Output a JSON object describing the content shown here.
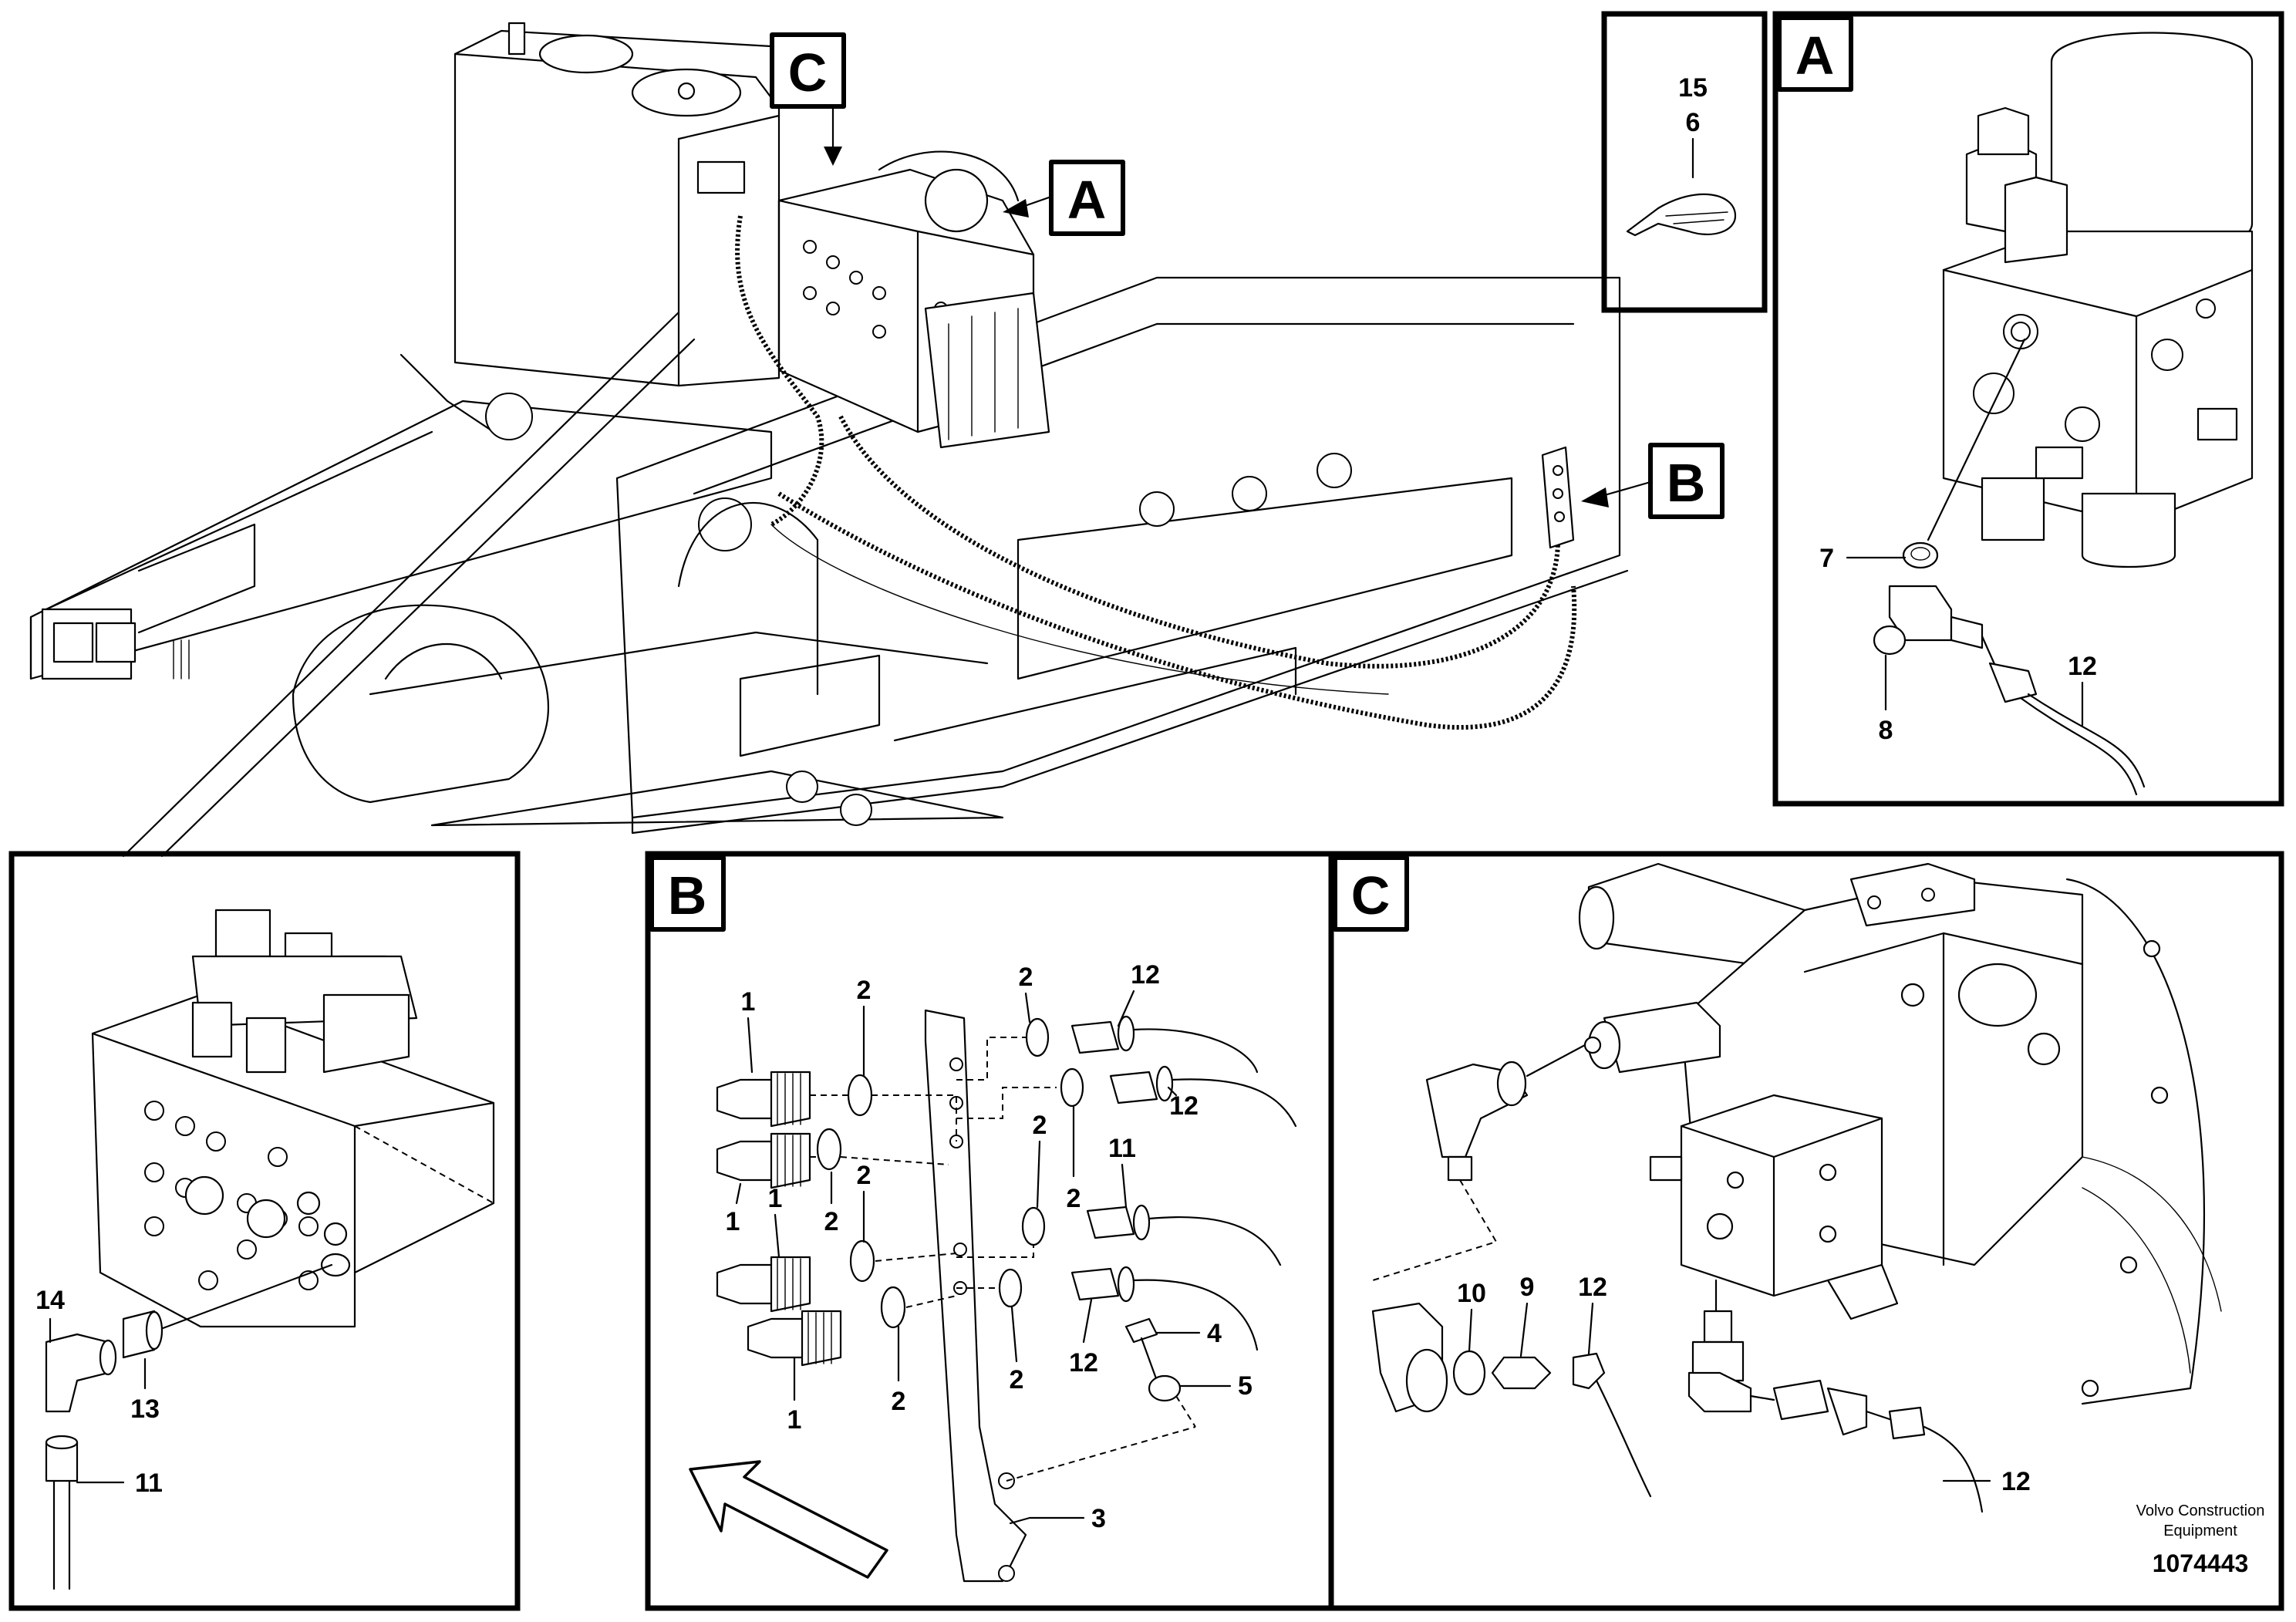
{
  "labels": {
    "A": "A",
    "B": "B",
    "C": "C"
  },
  "callouts": {
    "n1": "1",
    "n2": "2",
    "n3": "3",
    "n4": "4",
    "n5": "5",
    "n6": "6",
    "n7": "7",
    "n8": "8",
    "n9": "9",
    "n10": "10",
    "n11": "11",
    "n12": "12",
    "n13": "13",
    "n14": "14",
    "n15": "15"
  },
  "footer": {
    "brand_line1": "Volvo Construction",
    "brand_line2": "Equipment",
    "drawing_number": "1074443"
  }
}
